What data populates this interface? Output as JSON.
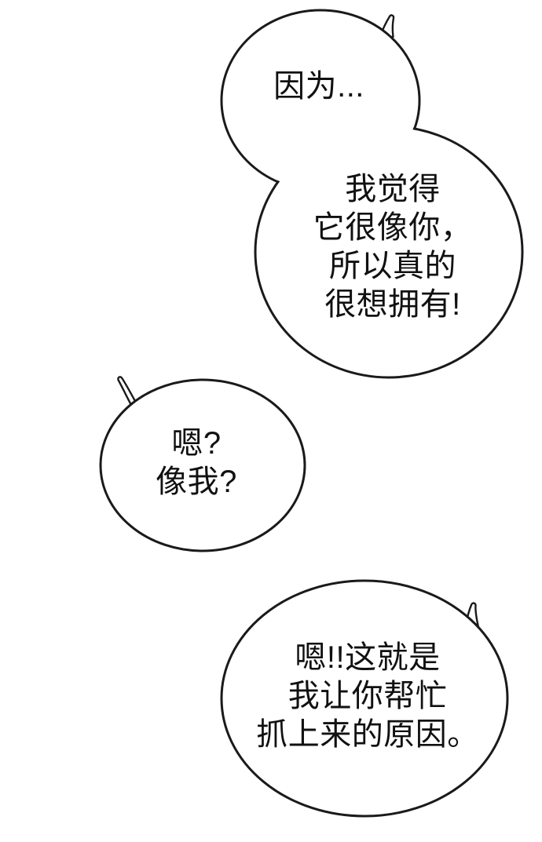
{
  "page": {
    "kind": "comic-panel",
    "background_color": "#ffffff",
    "outline_color": "#1a1a1a",
    "text_color": "#111111"
  },
  "bubbles": [
    {
      "id": "bubble-1",
      "tail_direction": "top-right",
      "lines": [
        "因为..."
      ]
    },
    {
      "id": "bubble-2",
      "tail_direction": "none-merged-with-bubble-1",
      "lines": [
        "我觉得",
        "它很像你，",
        "所以真的",
        "很想拥有!"
      ]
    },
    {
      "id": "bubble-3",
      "tail_direction": "top-left",
      "lines": [
        "嗯?",
        "像我?"
      ]
    },
    {
      "id": "bubble-4",
      "tail_direction": "top-right",
      "lines": [
        "嗯!!这就是",
        "我让你帮忙",
        "抓上来的原因。"
      ]
    }
  ]
}
